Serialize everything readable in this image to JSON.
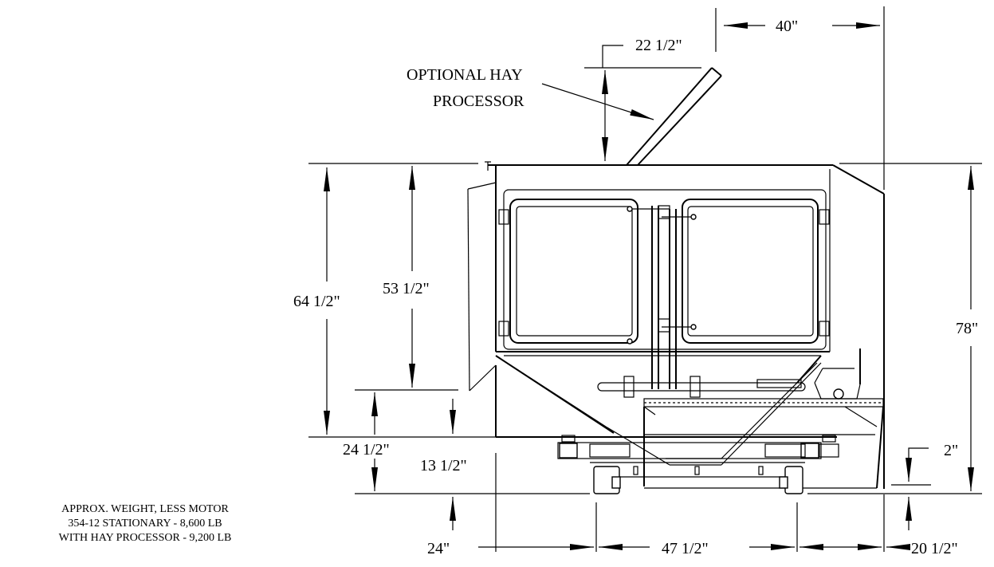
{
  "dimensions": {
    "overall_width_top": "40\"",
    "processor_height": "22 1/2\"",
    "left_total_height": "64 1/2\"",
    "hopper_height": "53 1/2\"",
    "right_total_height": "78\"",
    "lower_left_height": "24 1/2\"",
    "base_height": "13 1/2\"",
    "foot_offset": "2\"",
    "bottom_left_width": "24\"",
    "bottom_center_width": "47 1/2\"",
    "bottom_right_width": "20 1/2\""
  },
  "callout": {
    "line1": "OPTIONAL HAY",
    "line2": "PROCESSOR"
  },
  "weight_note": {
    "line1": "APPROX.  WEIGHT, LESS MOTOR",
    "line2": "354-12 STATIONARY - 8,600 LB",
    "line3": "WITH HAY PROCESSOR - 9,200 LB"
  }
}
